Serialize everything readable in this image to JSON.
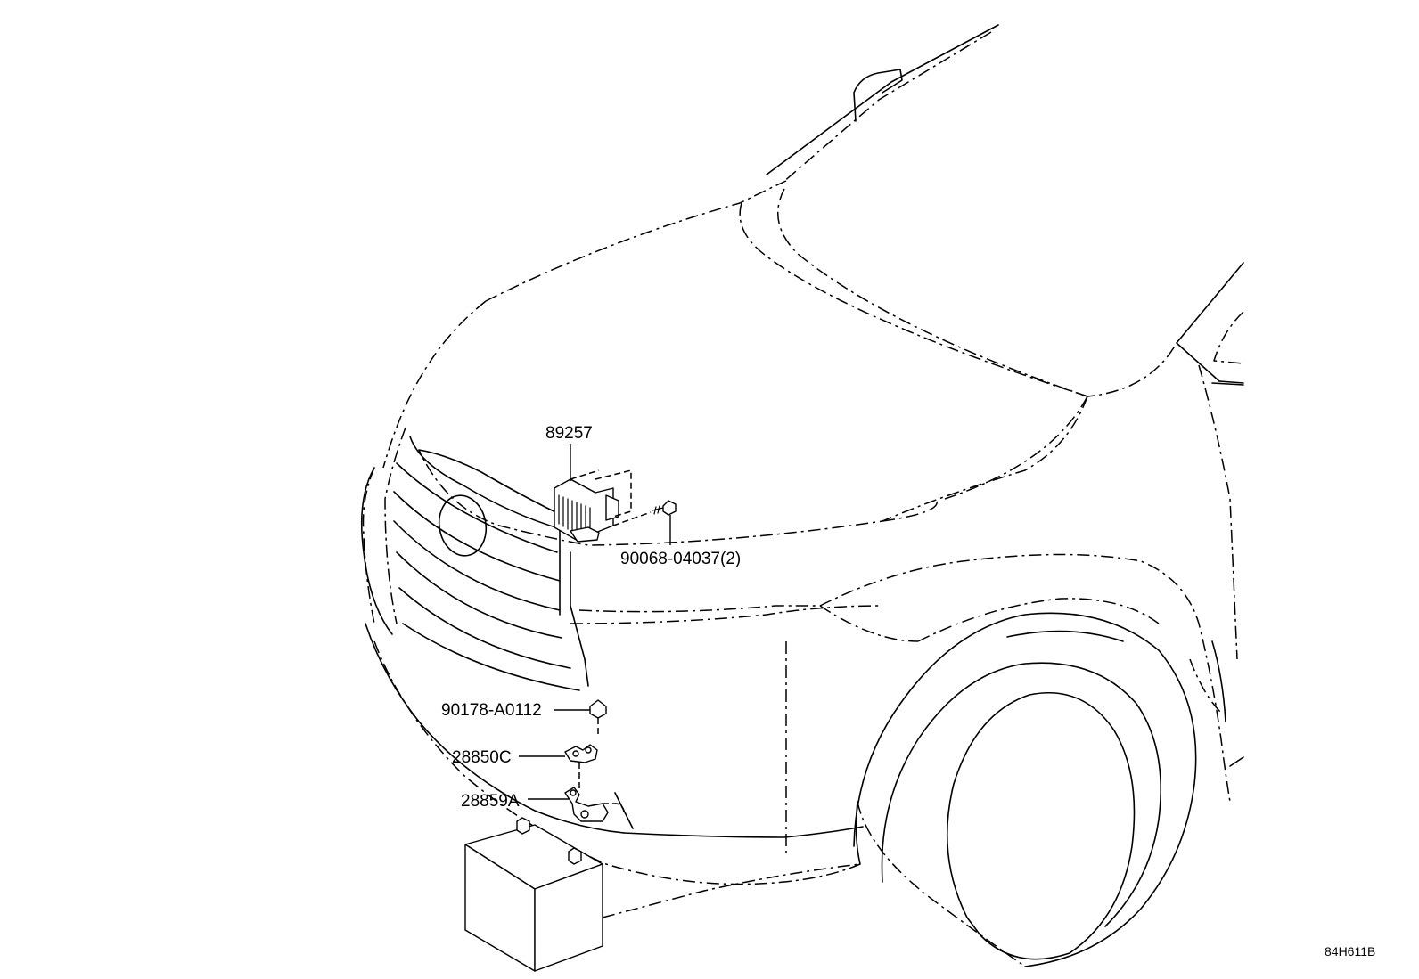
{
  "parts": {
    "module_label": "89257",
    "bolt_label": "90068-04037(2)",
    "nut_label": "90178-A0112",
    "bracket_c_label": "28850C",
    "bracket_a_label": "28859A"
  },
  "illustration_code": "84H611B",
  "icons": {
    "module": "control-module-icon",
    "bolt": "bolt-icon",
    "nut": "nut-icon",
    "bracket_c": "bracket-icon",
    "bracket_a": "bracket-icon",
    "battery": "battery-icon",
    "vehicle": "vehicle-front-outline"
  }
}
